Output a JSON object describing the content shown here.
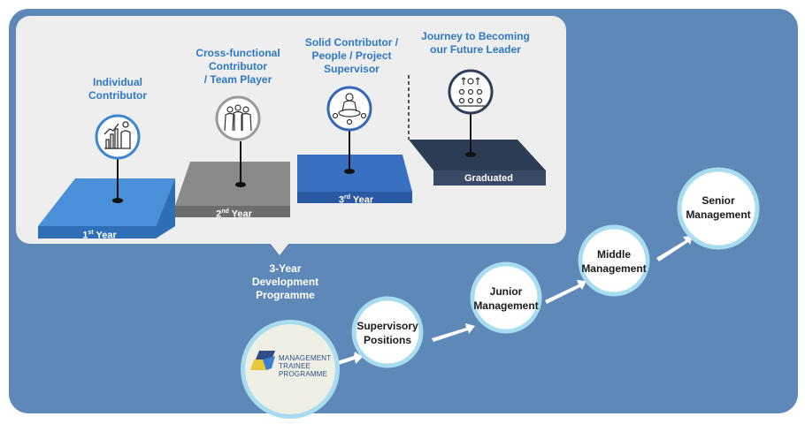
{
  "stages": [
    {
      "label": "Individual\nContributor",
      "step": "1st Year",
      "icon": "growth-person-icon"
    },
    {
      "label": "Cross-functional\nContributor\n/ Team Player",
      "step": "2nd Year",
      "icon": "team-group-icon"
    },
    {
      "label": "Solid Contributor /\nPeople / Project\nSupervisor",
      "step": "3rd Year",
      "icon": "supervisor-meeting-icon"
    },
    {
      "label": "Journey to Becoming\nour Future Leader",
      "step": "Graduated",
      "icon": "leader-network-icon"
    }
  ],
  "step_parts": [
    {
      "num": "1",
      "sup": "st",
      "word": " Year"
    },
    {
      "num": "2",
      "sup": "nd",
      "word": " Year"
    },
    {
      "num": "3",
      "sup": "rd",
      "word": " Year"
    }
  ],
  "programme_label": "3-Year\nDevelopment\nProgramme",
  "logo": {
    "line1": "MANAGEMENT",
    "line2": "TRAINEE",
    "line3": "PROGRAMME"
  },
  "career_path": [
    {
      "label": "Supervisory\nPositions"
    },
    {
      "label": "Junior\nManagement"
    },
    {
      "label": "Middle\nManagement"
    },
    {
      "label": "Senior\nManagement"
    }
  ],
  "colors": {
    "background": "#5d88b8",
    "year1": "#3d86cf",
    "year2": "#8e8e8e",
    "year3": "#3567b8",
    "graduated": "#2f3e58",
    "label_blue": "#2f78c4",
    "circle_border": "#a8dcef"
  }
}
